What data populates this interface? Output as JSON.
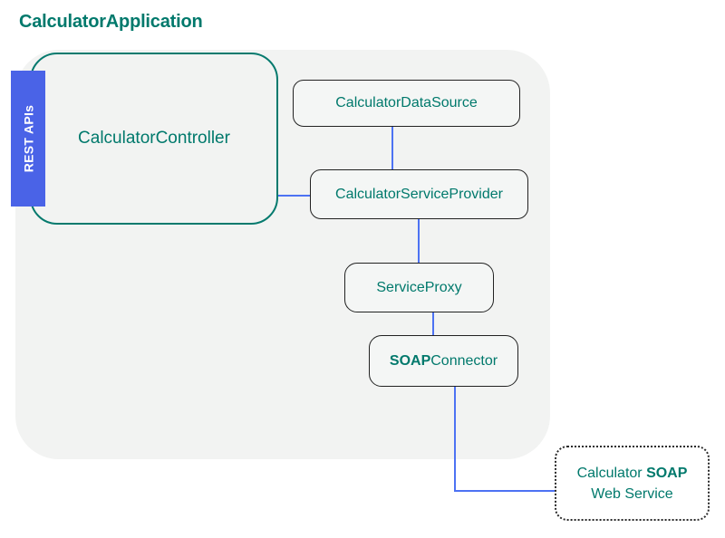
{
  "title": "CalculatorApplication",
  "rest_api": {
    "label": "REST APIs"
  },
  "nodes": {
    "controller": {
      "label": "CalculatorController"
    },
    "datasource": {
      "label": "CalculatorDataSource"
    },
    "provider": {
      "label": "CalculatorServiceProvider"
    },
    "proxy": {
      "label": "ServiceProxy"
    },
    "soap_connector": {
      "bold": "SOAP",
      "rest": "Connector"
    },
    "web_service": {
      "pre": "Calculator ",
      "bold": "SOAP",
      "line2": "Web Service"
    }
  },
  "edges": [
    {
      "from": "CalculatorController",
      "to": "CalculatorServiceProvider"
    },
    {
      "from": "CalculatorDataSource",
      "to": "CalculatorServiceProvider"
    },
    {
      "from": "CalculatorServiceProvider",
      "to": "ServiceProxy"
    },
    {
      "from": "ServiceProxy",
      "to": "SOAPConnector"
    },
    {
      "from": "SOAPConnector",
      "to": "Calculator SOAP Web Service"
    }
  ],
  "colors": {
    "teal_text": "#00796c",
    "controller_border": "#067a6e",
    "rest_badge_blue": "#4a63e7",
    "connector_line_blue": "#4d72f3",
    "panel_bg": "#f2f3f2",
    "node_bg": "#f4f6f5",
    "node_border": "#222222"
  }
}
